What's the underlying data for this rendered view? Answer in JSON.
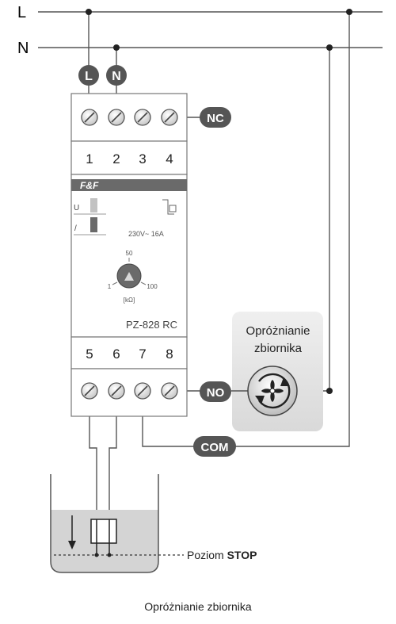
{
  "lines": {
    "L": "L",
    "N": "N"
  },
  "badges": {
    "L": "L",
    "N": "N",
    "NC": "NC",
    "NO": "NO",
    "COM": "COM"
  },
  "terminals_top": [
    "1",
    "2",
    "3",
    "4"
  ],
  "terminals_bottom": [
    "5",
    "6",
    "7",
    "8"
  ],
  "device": {
    "brand": "F&F",
    "indicator_u": "U",
    "indicator_relay": "/",
    "rating": "230V~ 16A",
    "dial": {
      "max": "50",
      "left": "1",
      "right": "100",
      "unit": "[kΩ]"
    },
    "model": "PZ-828 RC"
  },
  "pump_label": {
    "line1": "Opróżnianie",
    "line2": "zbiornika"
  },
  "level_label": {
    "prefix": "Poziom",
    "bold": "STOP"
  },
  "caption": "Opróżnianie zbiornika",
  "colors": {
    "wire": "#555555",
    "badge": "#555555",
    "badge_text": "#ffffff",
    "tank_water": "#d4d4d4"
  }
}
